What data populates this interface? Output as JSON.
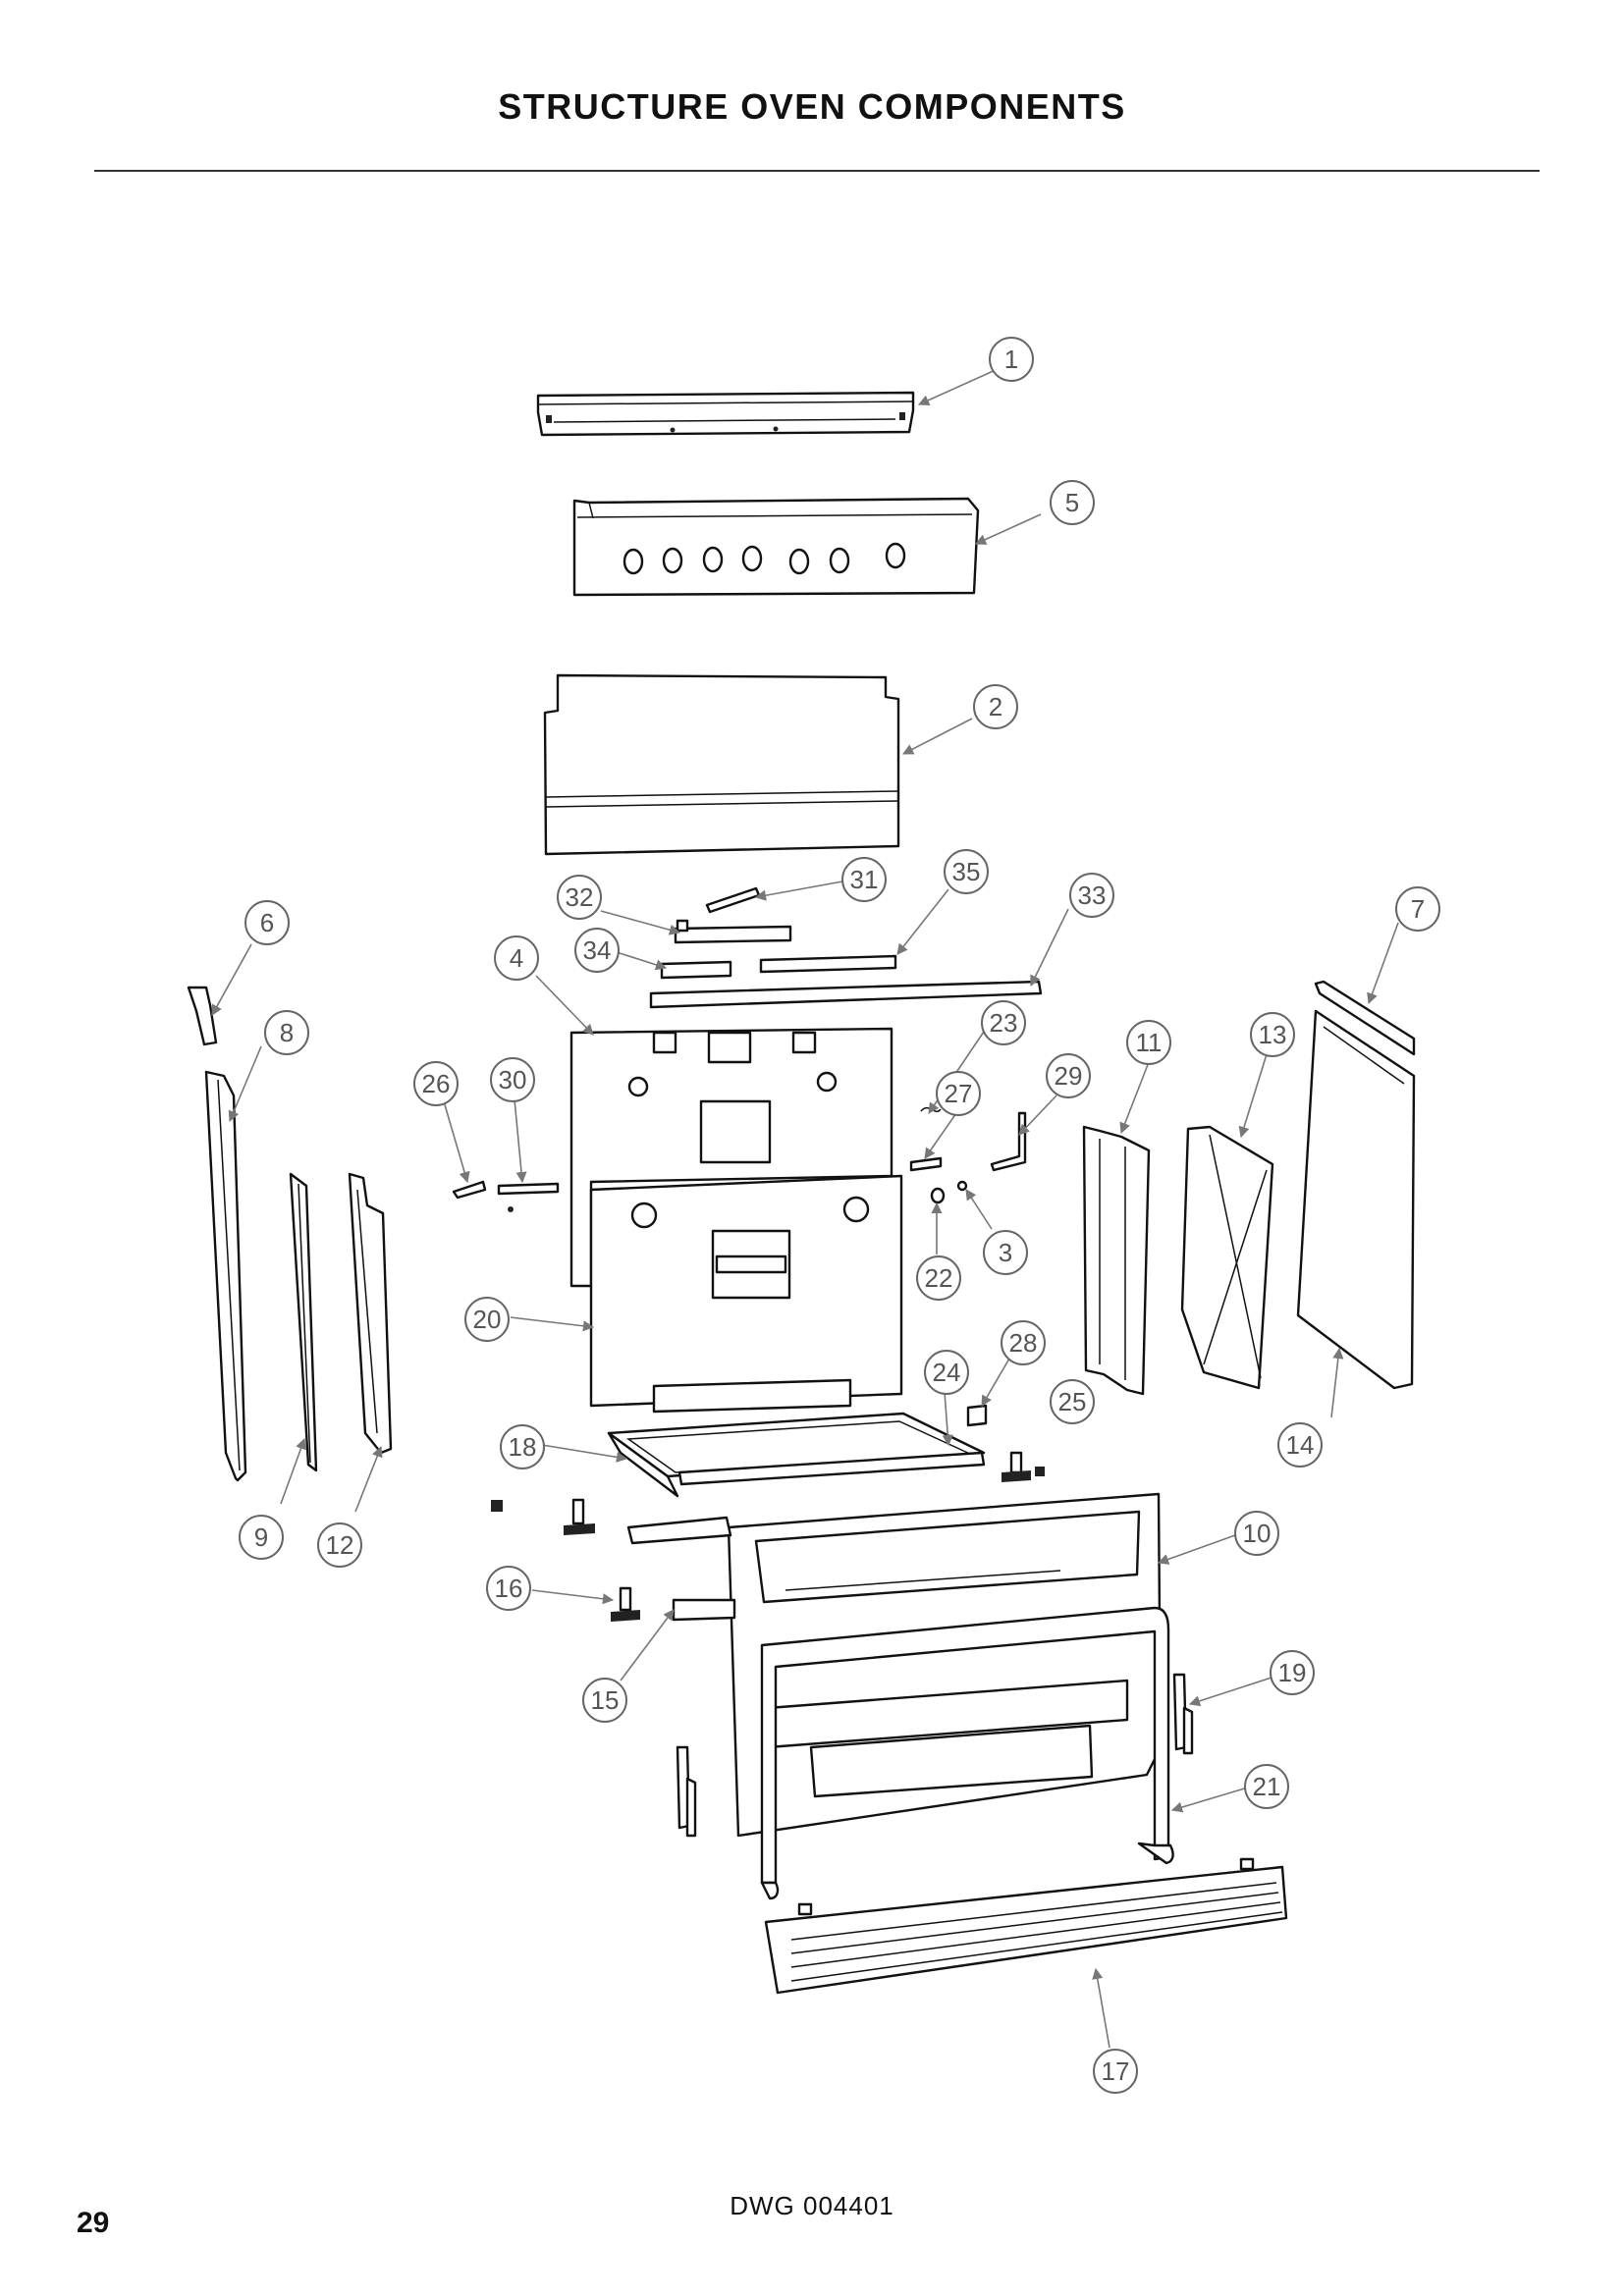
{
  "page": {
    "title": "STRUCTURE OVEN COMPONENTS",
    "drawing_number": "DWG 004401",
    "page_number": "29"
  },
  "callouts": [
    "1",
    "5",
    "2",
    "31",
    "35",
    "33",
    "32",
    "34",
    "4",
    "6",
    "7",
    "8",
    "23",
    "11",
    "13",
    "26",
    "30",
    "27",
    "29",
    "3",
    "22",
    "20",
    "28",
    "24",
    "25",
    "14",
    "18",
    "9",
    "12",
    "10",
    "16",
    "19",
    "15",
    "21",
    "17"
  ]
}
